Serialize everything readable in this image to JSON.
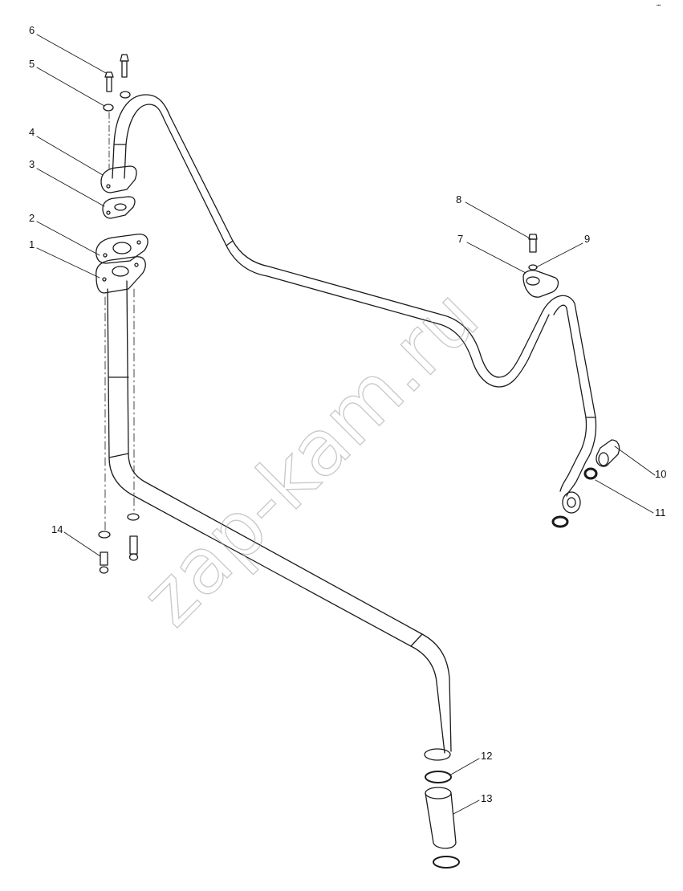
{
  "diagram": {
    "watermark": "zap-kam.ru",
    "corner_code": "▪▪▪",
    "callouts": [
      {
        "id": "1",
        "label": "1",
        "part": "flange-lower"
      },
      {
        "id": "2",
        "label": "2",
        "part": "gasket-lower"
      },
      {
        "id": "3",
        "label": "3",
        "part": "gasket-upper"
      },
      {
        "id": "4",
        "label": "4",
        "part": "flange-upper"
      },
      {
        "id": "5",
        "label": "5",
        "part": "washer-upper"
      },
      {
        "id": "6",
        "label": "6",
        "part": "bolt-upper"
      },
      {
        "id": "7",
        "label": "7",
        "part": "clamp-bracket"
      },
      {
        "id": "8",
        "label": "8",
        "part": "bolt-bracket"
      },
      {
        "id": "9",
        "label": "9",
        "part": "washer-bracket"
      },
      {
        "id": "10",
        "label": "10",
        "part": "banjo-bolt"
      },
      {
        "id": "11",
        "label": "11",
        "part": "sealing-ring"
      },
      {
        "id": "12",
        "label": "12",
        "part": "hose-clamp"
      },
      {
        "id": "13",
        "label": "13",
        "part": "hose"
      },
      {
        "id": "14",
        "label": "14",
        "part": "bolt-lower"
      }
    ],
    "colors": {
      "line": "#1a1a1a",
      "watermark": "#9a9a9a",
      "background": "#ffffff"
    }
  }
}
